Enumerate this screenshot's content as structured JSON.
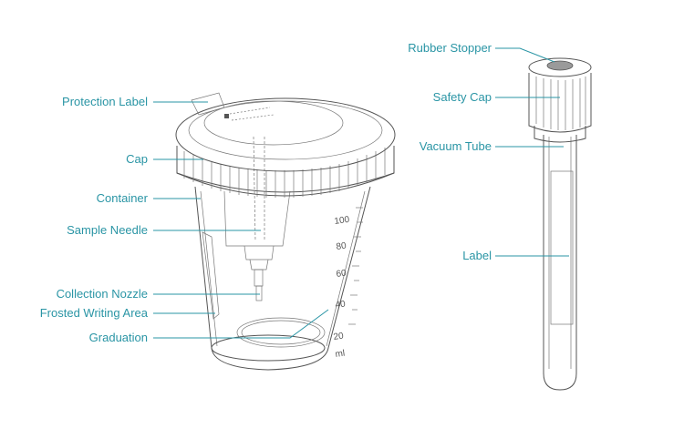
{
  "colors": {
    "label": "#2a95a5",
    "line": "#2a95a5",
    "ink": "#555555",
    "background": "#ffffff"
  },
  "container_labels": {
    "protection_label": "Protection Label",
    "cap": "Cap",
    "container": "Container",
    "sample_needle": "Sample Needle",
    "collection_nozzle": "Collection Nozzle",
    "frosted_writing_area": "Frosted Writing Area",
    "graduation": "Graduation"
  },
  "tube_labels": {
    "rubber_stopper": "Rubber Stopper",
    "safety_cap": "Safety Cap",
    "vacuum_tube": "Vacuum Tube",
    "label": "Label"
  },
  "graduation_marks": [
    "100",
    "80",
    "60",
    "40",
    "20"
  ],
  "unit": "ml"
}
